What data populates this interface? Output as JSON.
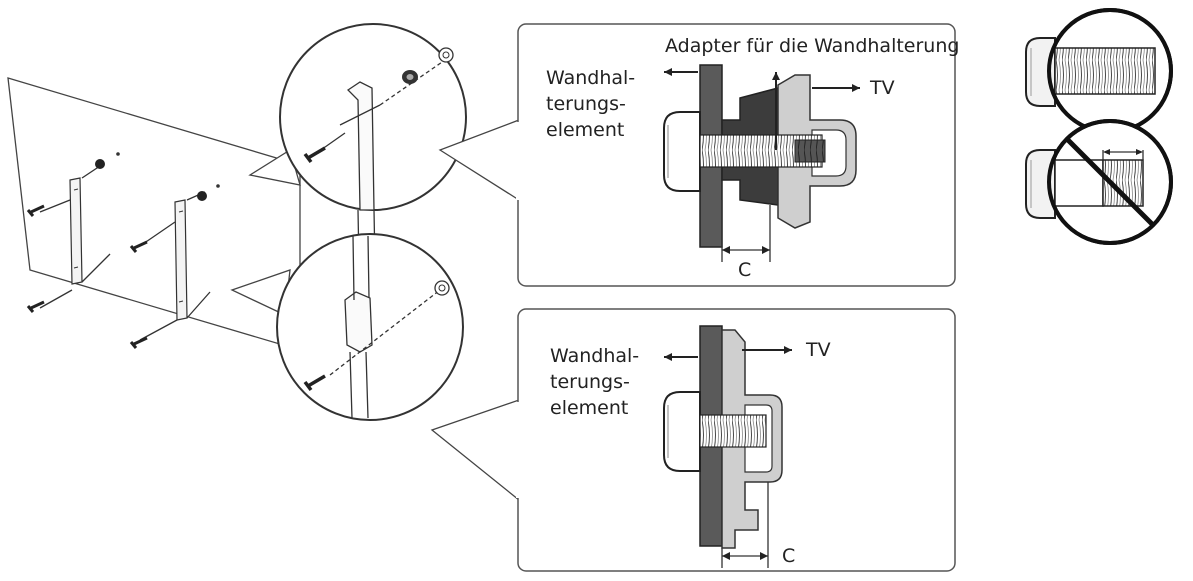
{
  "top_detail": {
    "adapter_label": "Adapter für die Wandhalterung",
    "wall_label_line1": "Wandhal-",
    "wall_label_line2": "terungs-",
    "wall_label_line3": "element",
    "tv_label": "TV",
    "c_label": "C"
  },
  "bottom_detail": {
    "wall_label_line1": "Wandhal-",
    "wall_label_line2": "terungs-",
    "wall_label_line3": "element",
    "tv_label": "TV",
    "c_label": "C"
  },
  "colors": {
    "dark_gray": "#5a5a5a",
    "mid_gray": "#8c8c8c",
    "light_gray": "#cfcfcf",
    "line": "#222222",
    "background": "#ffffff"
  },
  "icons": {
    "correct": "screw-fully-threaded-icon",
    "incorrect": "screw-prohibited-icon"
  }
}
